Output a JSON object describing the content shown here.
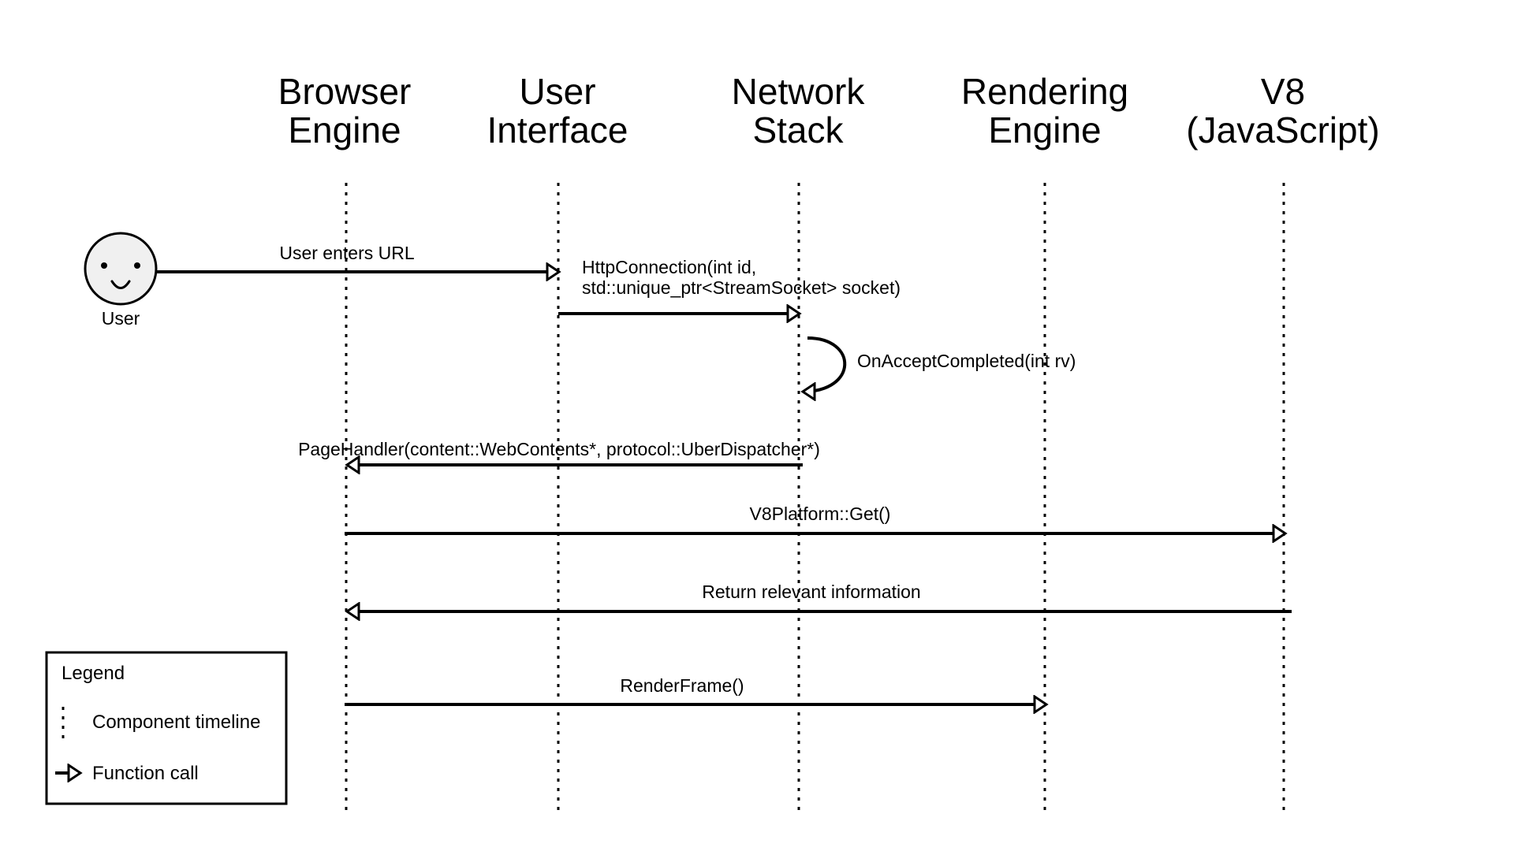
{
  "components": [
    {
      "line1": "Browser",
      "line2": "Engine"
    },
    {
      "line1": "User",
      "line2": "Interface"
    },
    {
      "line1": "Network",
      "line2": "Stack"
    },
    {
      "line1": "Rendering",
      "line2": "Engine"
    },
    {
      "line1": "V8",
      "line2": "(JavaScript)"
    }
  ],
  "actor": {
    "label": "User"
  },
  "messages": [
    {
      "label": "User enters URL"
    },
    {
      "line1": "HttpConnection(int id,",
      "line2": "std::unique_ptr<StreamSocket> socket)"
    },
    {
      "label": "OnAcceptCompleted(int rv)"
    },
    {
      "label": "PageHandler(content::WebContents*, protocol::UberDispatcher*)"
    },
    {
      "label": "V8Platform::Get()"
    },
    {
      "label": "Return relevant information"
    },
    {
      "label": "RenderFrame()"
    }
  ],
  "legend": {
    "title": "Legend",
    "timeline_label": "Component timeline",
    "call_label": "Function call"
  }
}
